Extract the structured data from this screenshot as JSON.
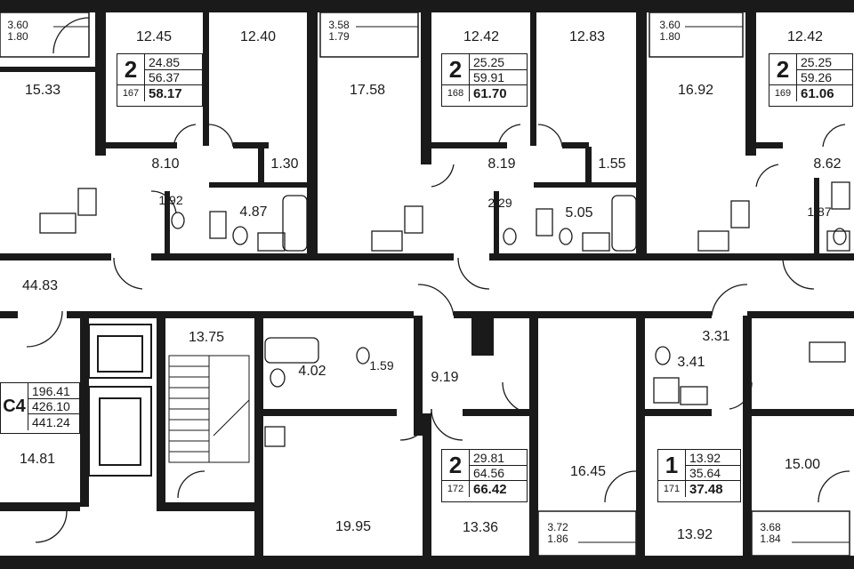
{
  "rooms": [
    {
      "id": "r1",
      "area": "15.33"
    },
    {
      "id": "r2",
      "area": "12.45"
    },
    {
      "id": "r3",
      "area": "12.40"
    },
    {
      "id": "r4",
      "area": "8.10"
    },
    {
      "id": "r5",
      "area": "1.30"
    },
    {
      "id": "r6",
      "area": "1.92"
    },
    {
      "id": "r7",
      "area": "4.87"
    },
    {
      "id": "r8",
      "area": "17.58"
    },
    {
      "id": "r9",
      "area": "12.42"
    },
    {
      "id": "r10",
      "area": "12.83"
    },
    {
      "id": "r11",
      "area": "8.19"
    },
    {
      "id": "r12",
      "area": "1.55"
    },
    {
      "id": "r13",
      "area": "2.29"
    },
    {
      "id": "r14",
      "area": "5.05"
    },
    {
      "id": "r15",
      "area": "16.92"
    },
    {
      "id": "r16",
      "area": "12.42"
    },
    {
      "id": "r17",
      "area": "8.62"
    },
    {
      "id": "r18",
      "area": "1.87"
    },
    {
      "id": "r19",
      "area": "44.83"
    },
    {
      "id": "r20",
      "area": "13.75"
    },
    {
      "id": "r21",
      "area": "4.02"
    },
    {
      "id": "r22",
      "area": "1.59"
    },
    {
      "id": "r23",
      "area": "9.19"
    },
    {
      "id": "r24",
      "area": "3.31"
    },
    {
      "id": "r25",
      "area": "3.41"
    },
    {
      "id": "r26",
      "area": "14.81"
    },
    {
      "id": "r27",
      "area": "16.45"
    },
    {
      "id": "r28",
      "area": "15.00"
    },
    {
      "id": "r29",
      "area": "19.95"
    },
    {
      "id": "r30",
      "area": "13.36"
    },
    {
      "id": "r31",
      "area": "13.92"
    }
  ],
  "balconies": [
    {
      "id": "b1",
      "a": "3.60",
      "b": "1.80"
    },
    {
      "id": "b2",
      "a": "3.58",
      "b": "1.79"
    },
    {
      "id": "b3",
      "a": "3.60",
      "b": "1.80"
    },
    {
      "id": "b4",
      "a": "3.72",
      "b": "1.86"
    },
    {
      "id": "b5",
      "a": "3.68",
      "b": "1.84"
    }
  ],
  "apartments": [
    {
      "rooms": "2",
      "number": "167",
      "living": "24.85",
      "area": "56.37",
      "total": "58.17"
    },
    {
      "rooms": "2",
      "number": "168",
      "living": "25.25",
      "area": "59.91",
      "total": "61.70"
    },
    {
      "rooms": "2",
      "number": "169",
      "living": "25.25",
      "area": "59.26",
      "total": "61.06"
    },
    {
      "rooms": "2",
      "number": "172",
      "living": "29.81",
      "area": "64.56",
      "total": "66.42"
    },
    {
      "rooms": "1",
      "number": "171",
      "living": "13.92",
      "area": "35.64",
      "total": "37.48"
    },
    {
      "rooms": "C4",
      "number": "",
      "living": "196.41",
      "area": "426.10",
      "total": "441.24"
    }
  ],
  "colors": {
    "wall": "#1a1a1a",
    "text": "#1a1a1a",
    "background": "#ffffff"
  }
}
